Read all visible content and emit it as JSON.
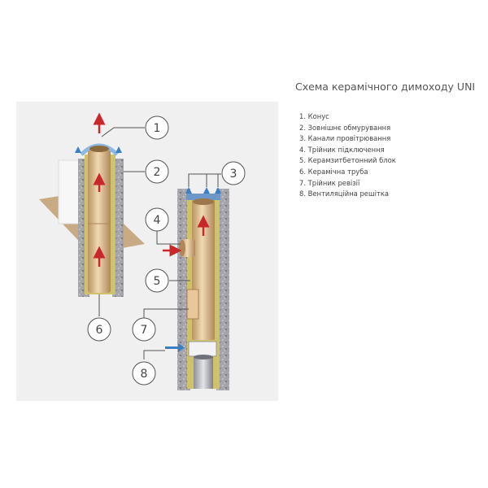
{
  "title": "Схема керамічного димоходу UNI",
  "legend": [
    "1. Конус",
    "2. Зовнішнє обмурування",
    "3. Канали провітрювання",
    "4. Трійник підключення",
    "5. Керамзитбетонний блок",
    "6. Керамічна труба",
    "7. Трійник ревізії",
    "8. Вентиляційна решітка"
  ],
  "callouts": [
    "1",
    "2",
    "3",
    "4",
    "5",
    "6",
    "7",
    "8"
  ],
  "colors": {
    "panel": "#f0f0f1",
    "ceramic": "#dcbf94",
    "insulation": "#cfc26a",
    "masonry": "#9a9aa0",
    "roof": "#c8ab85",
    "hot_arrow": "#c8282a",
    "cold_arrow": "#3a7fc4",
    "callout_stroke": "#555555"
  }
}
